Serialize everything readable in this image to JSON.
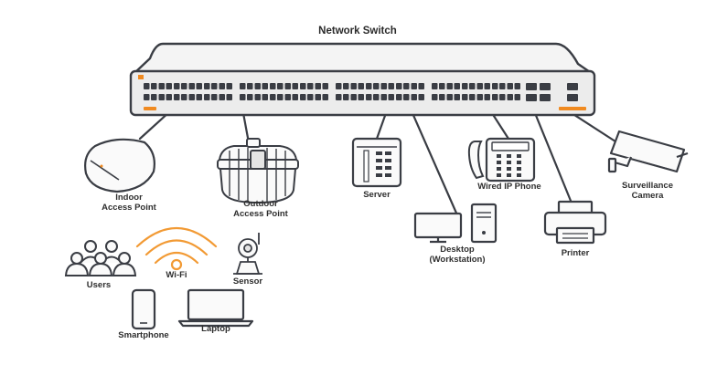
{
  "title": "Network Switch",
  "colors": {
    "line": "#3a3d44",
    "switch_body": "#e9e9e9",
    "port": "#3a3d44",
    "accent": "#f08a20",
    "wifi": "#f29a34",
    "device_fill": "#f5f5f5"
  },
  "devices": {
    "indoor_ap": {
      "line1": "Indoor",
      "line2": "Access Point",
      "icon": "ceiling-access-point-icon"
    },
    "outdoor_ap": {
      "line1": "Outdoor",
      "line2": "Access Point",
      "icon": "outdoor-access-point-icon"
    },
    "server": {
      "label": "Server",
      "icon": "server-icon"
    },
    "desktop": {
      "line1": "Desktop",
      "line2": "(Workstation)",
      "icon": "desktop-workstation-icon"
    },
    "ip_phone": {
      "label": "Wired IP Phone",
      "icon": "ip-phone-icon"
    },
    "printer": {
      "label": "Printer",
      "icon": "printer-icon"
    },
    "camera": {
      "line1": "Surveillance",
      "line2": "Camera",
      "icon": "surveillance-camera-icon"
    },
    "users": {
      "label": "Users",
      "icon": "users-icon"
    },
    "wifi": {
      "label": "Wi-Fi",
      "icon": "wifi-icon"
    },
    "sensor": {
      "label": "Sensor",
      "icon": "sensor-icon"
    },
    "smartphone": {
      "label": "Smartphone",
      "icon": "smartphone-icon"
    },
    "laptop": {
      "label": "Laptop",
      "icon": "laptop-icon"
    }
  }
}
